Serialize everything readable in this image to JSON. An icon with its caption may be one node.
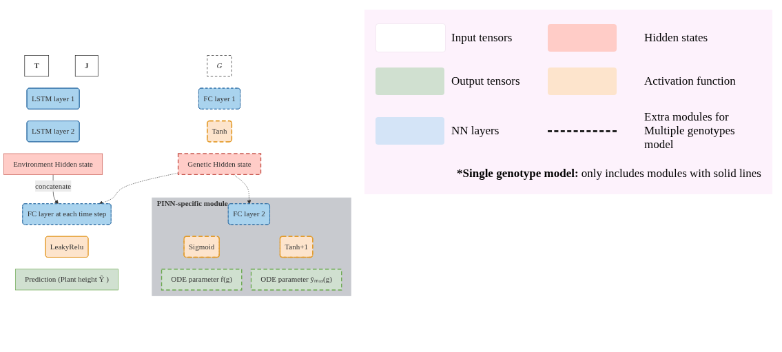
{
  "diagram": {
    "nodes": [
      {
        "text": [
          "T"
        ]
      },
      {
        "text": [
          "J"
        ]
      },
      {
        "text": [
          "G"
        ]
      },
      {
        "text": [
          "LSTM layer 1"
        ]
      },
      {
        "text": [
          "FC layer 1"
        ]
      },
      {
        "text": [
          "LSTM layer 2"
        ]
      },
      {
        "text": [
          "Tanh"
        ]
      },
      {
        "text": [
          "Environment Hidden state"
        ]
      },
      {
        "text": [
          "Genetic Hidden state"
        ]
      },
      {
        "text": [
          "FC layer at each time step"
        ]
      },
      {
        "text": [
          "PINN-specific module"
        ]
      },
      {
        "text": [
          "FC layer 2"
        ],
        "in": 10
      },
      {
        "text": [
          "LeakyRelu"
        ]
      },
      {
        "text": [
          "Sigmoid"
        ],
        "in": 10
      },
      {
        "text": [
          "Tanh+1"
        ],
        "in": 10
      },
      {
        "text": [
          "Prediction (Plant height Ŷ )"
        ]
      },
      {
        "text": [
          "ODE parameter r̂(g)"
        ],
        "in": 10
      },
      {
        "text": [
          "ODE parameter ŷₘₐₓ(g)"
        ],
        "in": 10
      }
    ],
    "edges": [
      {
        "from": 7,
        "to": 9,
        "arrow": "to",
        "label": "concatenate"
      },
      {
        "from": 8,
        "to": 9,
        "arrow": "to",
        "style": "dashed"
      },
      {
        "from": 8,
        "to": 11,
        "arrow": "to",
        "style": "dashed"
      }
    ],
    "labels": [
      "***Single genotype model:** only includes modules with solid lines"
    ],
    "legend": [
      {
        "text": "Input tensors",
        "color": "#ffffff"
      },
      {
        "text": "Hidden states",
        "color": "#ffccc7"
      },
      {
        "text": "Output tensors",
        "color": "#d0e0d0"
      },
      {
        "text": "Activation function",
        "color": "#fde4cc"
      },
      {
        "text": "NN layers",
        "color": "#d4e4f7"
      },
      {
        "text": "Extra modules for Multiple genotypes model"
      }
    ]
  }
}
